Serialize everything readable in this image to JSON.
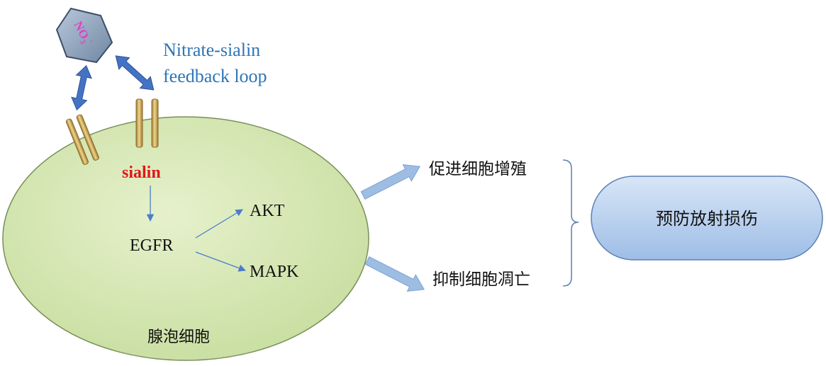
{
  "loop_label": [
    "Nitrate-sialin",
    "feedback loop"
  ],
  "ion": {
    "base": "NO",
    "subscript": "3",
    "superscript": "-"
  },
  "receptor_label": "sialin",
  "pathway": {
    "source": "EGFR",
    "targets": [
      "AKT",
      "MAPK"
    ]
  },
  "cell_label": "腺泡细胞",
  "effects": [
    "促进细胞增殖",
    "抑制细胞凋亡"
  ],
  "outcome": "预防放射损伤",
  "colors": {
    "cell_fill": "#d5e8b4",
    "cell_stroke": "#7a8f5a",
    "double_arrow": "#4472c4",
    "thin_arrow": "#4a7cc9",
    "fat_arrow": "#9dbde3",
    "receptor": "#d6b35e",
    "receptor_dark": "#8a6a2a",
    "ion_fill": "#8fa4bd",
    "ion_text": "#e040c8",
    "loop_text": "#2e75b6",
    "sialin_text": "#e01818",
    "pill_fill": "#b4cdec",
    "pill_stroke": "#5a7fb3"
  }
}
